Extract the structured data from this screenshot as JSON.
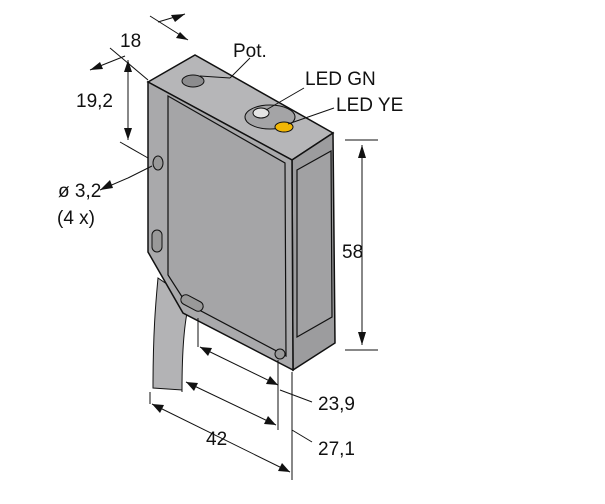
{
  "labels": {
    "width": "18",
    "pot": "Pot.",
    "led_gn": "LED GN",
    "led_ye": "LED YE",
    "offset": "19,2",
    "hole_dia": "ø 3,2",
    "hole_count": "(4 x)",
    "height": "58",
    "dim_23_9": "23,9",
    "depth": "42",
    "dim_27_1": "27,1"
  },
  "colors": {
    "body": "#a9a9ab",
    "body_dark": "#8e8e90",
    "led_yellow": "#f2b705",
    "led_green_off": "#e4e4e4"
  }
}
